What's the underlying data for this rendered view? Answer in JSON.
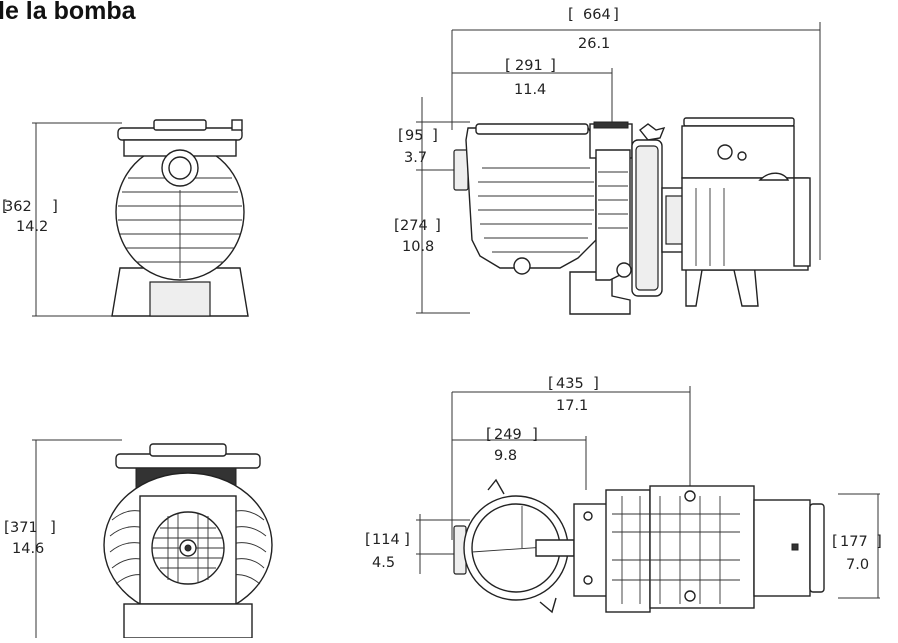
{
  "title": "le la bomba",
  "dimensions": {
    "front_height": {
      "mm": "362",
      "in": "14.2"
    },
    "side_length": {
      "mm": "664",
      "in": "26.1"
    },
    "side_strainer_offset": {
      "mm": "291",
      "in": "11.4"
    },
    "side_top_offset": {
      "mm": "95",
      "in": "3.7"
    },
    "side_inlet_height": {
      "mm": "274",
      "in": "10.8"
    },
    "rear_height": {
      "mm": "371",
      "in": "14.6"
    },
    "top_length": {
      "mm": "435",
      "in": "17.1"
    },
    "top_strainer_offset": {
      "mm": "249",
      "in": "9.8"
    },
    "top_inlet_offset": {
      "mm": "114",
      "in": "4.5"
    },
    "top_motor_width": {
      "mm": "177",
      "in": "7.0"
    }
  }
}
